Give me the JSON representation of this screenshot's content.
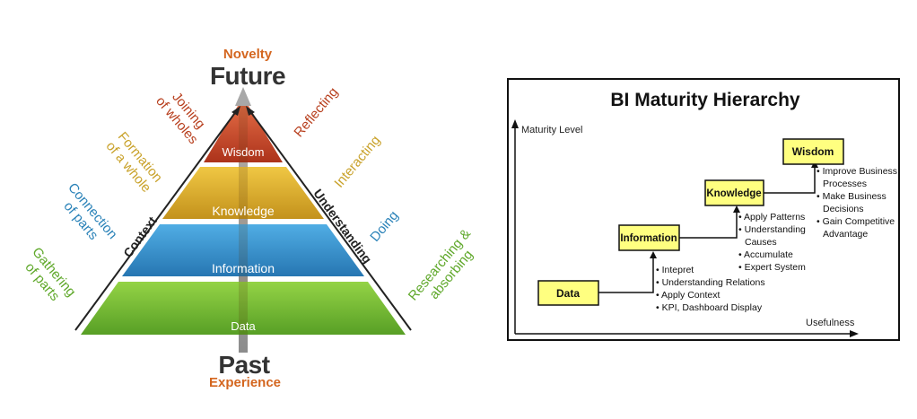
{
  "pyramid": {
    "top_small": "Novelty",
    "top_big": "Future",
    "bottom_big": "Past",
    "bottom_small": "Experience",
    "levels": [
      {
        "label": "Wisdom",
        "color": "#c2391d"
      },
      {
        "label": "Knowledge",
        "color": "#d6a51c"
      },
      {
        "label": "Information",
        "color": "#2a8cc9"
      },
      {
        "label": "Data",
        "color": "#6cb52d"
      }
    ],
    "side_left": "Context",
    "side_right": "Understanding",
    "left_labels": [
      {
        "lines": [
          "Joining",
          "of wholes"
        ],
        "color": "#b8401f"
      },
      {
        "lines": [
          "Formation",
          "of a whole"
        ],
        "color": "#c9a22b"
      },
      {
        "lines": [
          "Connection",
          "of parts"
        ],
        "color": "#2a82b8"
      },
      {
        "lines": [
          "Gathering",
          "of parts"
        ],
        "color": "#5fa82a"
      }
    ],
    "right_labels": [
      {
        "lines": [
          "Reflecting"
        ],
        "color": "#b8401f"
      },
      {
        "lines": [
          "Interacting"
        ],
        "color": "#c9a22b"
      },
      {
        "lines": [
          "Doing"
        ],
        "color": "#2a82b8"
      },
      {
        "lines": [
          "Researching &",
          "absorbing"
        ],
        "color": "#5fa82a"
      }
    ],
    "accent_orange": "#d4661f",
    "dark_text": "#333333"
  },
  "bi_chart": {
    "title": "BI Maturity Hierarchy",
    "y_axis": "Maturity Level",
    "x_axis": "Usefulness",
    "box_fill": "#ffff80",
    "stages": [
      {
        "label": "Data",
        "bullets": []
      },
      {
        "label": "Information",
        "bullets": [
          "Intepret",
          "Understanding Relations",
          "Apply Context",
          "KPI, Dashboard Display"
        ]
      },
      {
        "label": "Knowledge",
        "bullets": [
          "Apply Patterns",
          "Understanding",
          "Causes",
          "Accumulate",
          "Expert System"
        ]
      },
      {
        "label": "Wisdom",
        "bullets": [
          "Improve Business",
          "Processes",
          "Make Business",
          "Decisions",
          "Gain Competitive",
          "Advantage"
        ]
      }
    ]
  }
}
